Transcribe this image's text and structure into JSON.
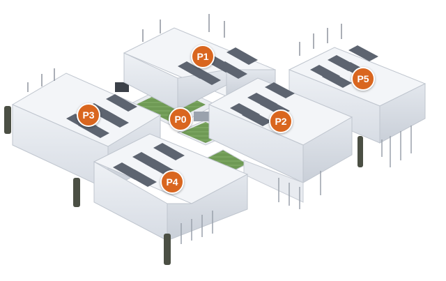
{
  "colors": {
    "marker": "#d9661f",
    "marker_text": "#ffffff",
    "roof": "#f1f3f6",
    "wall": "#e2e6ec",
    "rack": "#5d6470",
    "grass": "#6f9a55"
  },
  "markers": [
    {
      "label": "P0",
      "icon": "pod-marker"
    },
    {
      "label": "P1",
      "icon": "pod-marker"
    },
    {
      "label": "P2",
      "icon": "pod-marker"
    },
    {
      "label": "P3",
      "icon": "pod-marker"
    },
    {
      "label": "P4",
      "icon": "pod-marker"
    },
    {
      "label": "P5",
      "icon": "pod-marker"
    }
  ]
}
